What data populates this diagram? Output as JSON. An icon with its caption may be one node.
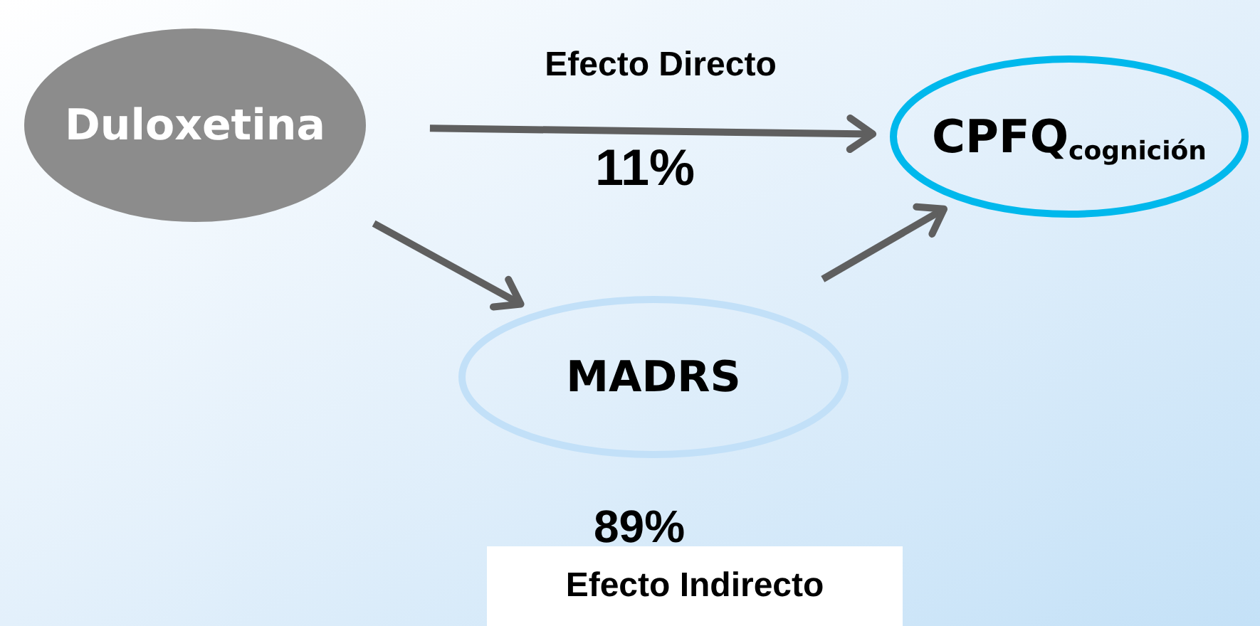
{
  "diagram": {
    "nodes": [
      {
        "text": [
          "Duloxetina"
        ]
      },
      {
        "text": [
          "CPFQ$_{cognición}$"
        ]
      },
      {
        "text": [
          "MADRS"
        ]
      },
      {
        "text": [
          "Efecto Indirecto"
        ]
      }
    ],
    "edges": [
      {
        "from": 0,
        "to": 1,
        "arrow": "to",
        "label": "Efecto Directo"
      },
      {
        "from": 0,
        "to": 2,
        "arrow": "to"
      },
      {
        "from": 2,
        "to": 1,
        "arrow": "to"
      }
    ],
    "labels": [
      "11%",
      "89%"
    ]
  }
}
